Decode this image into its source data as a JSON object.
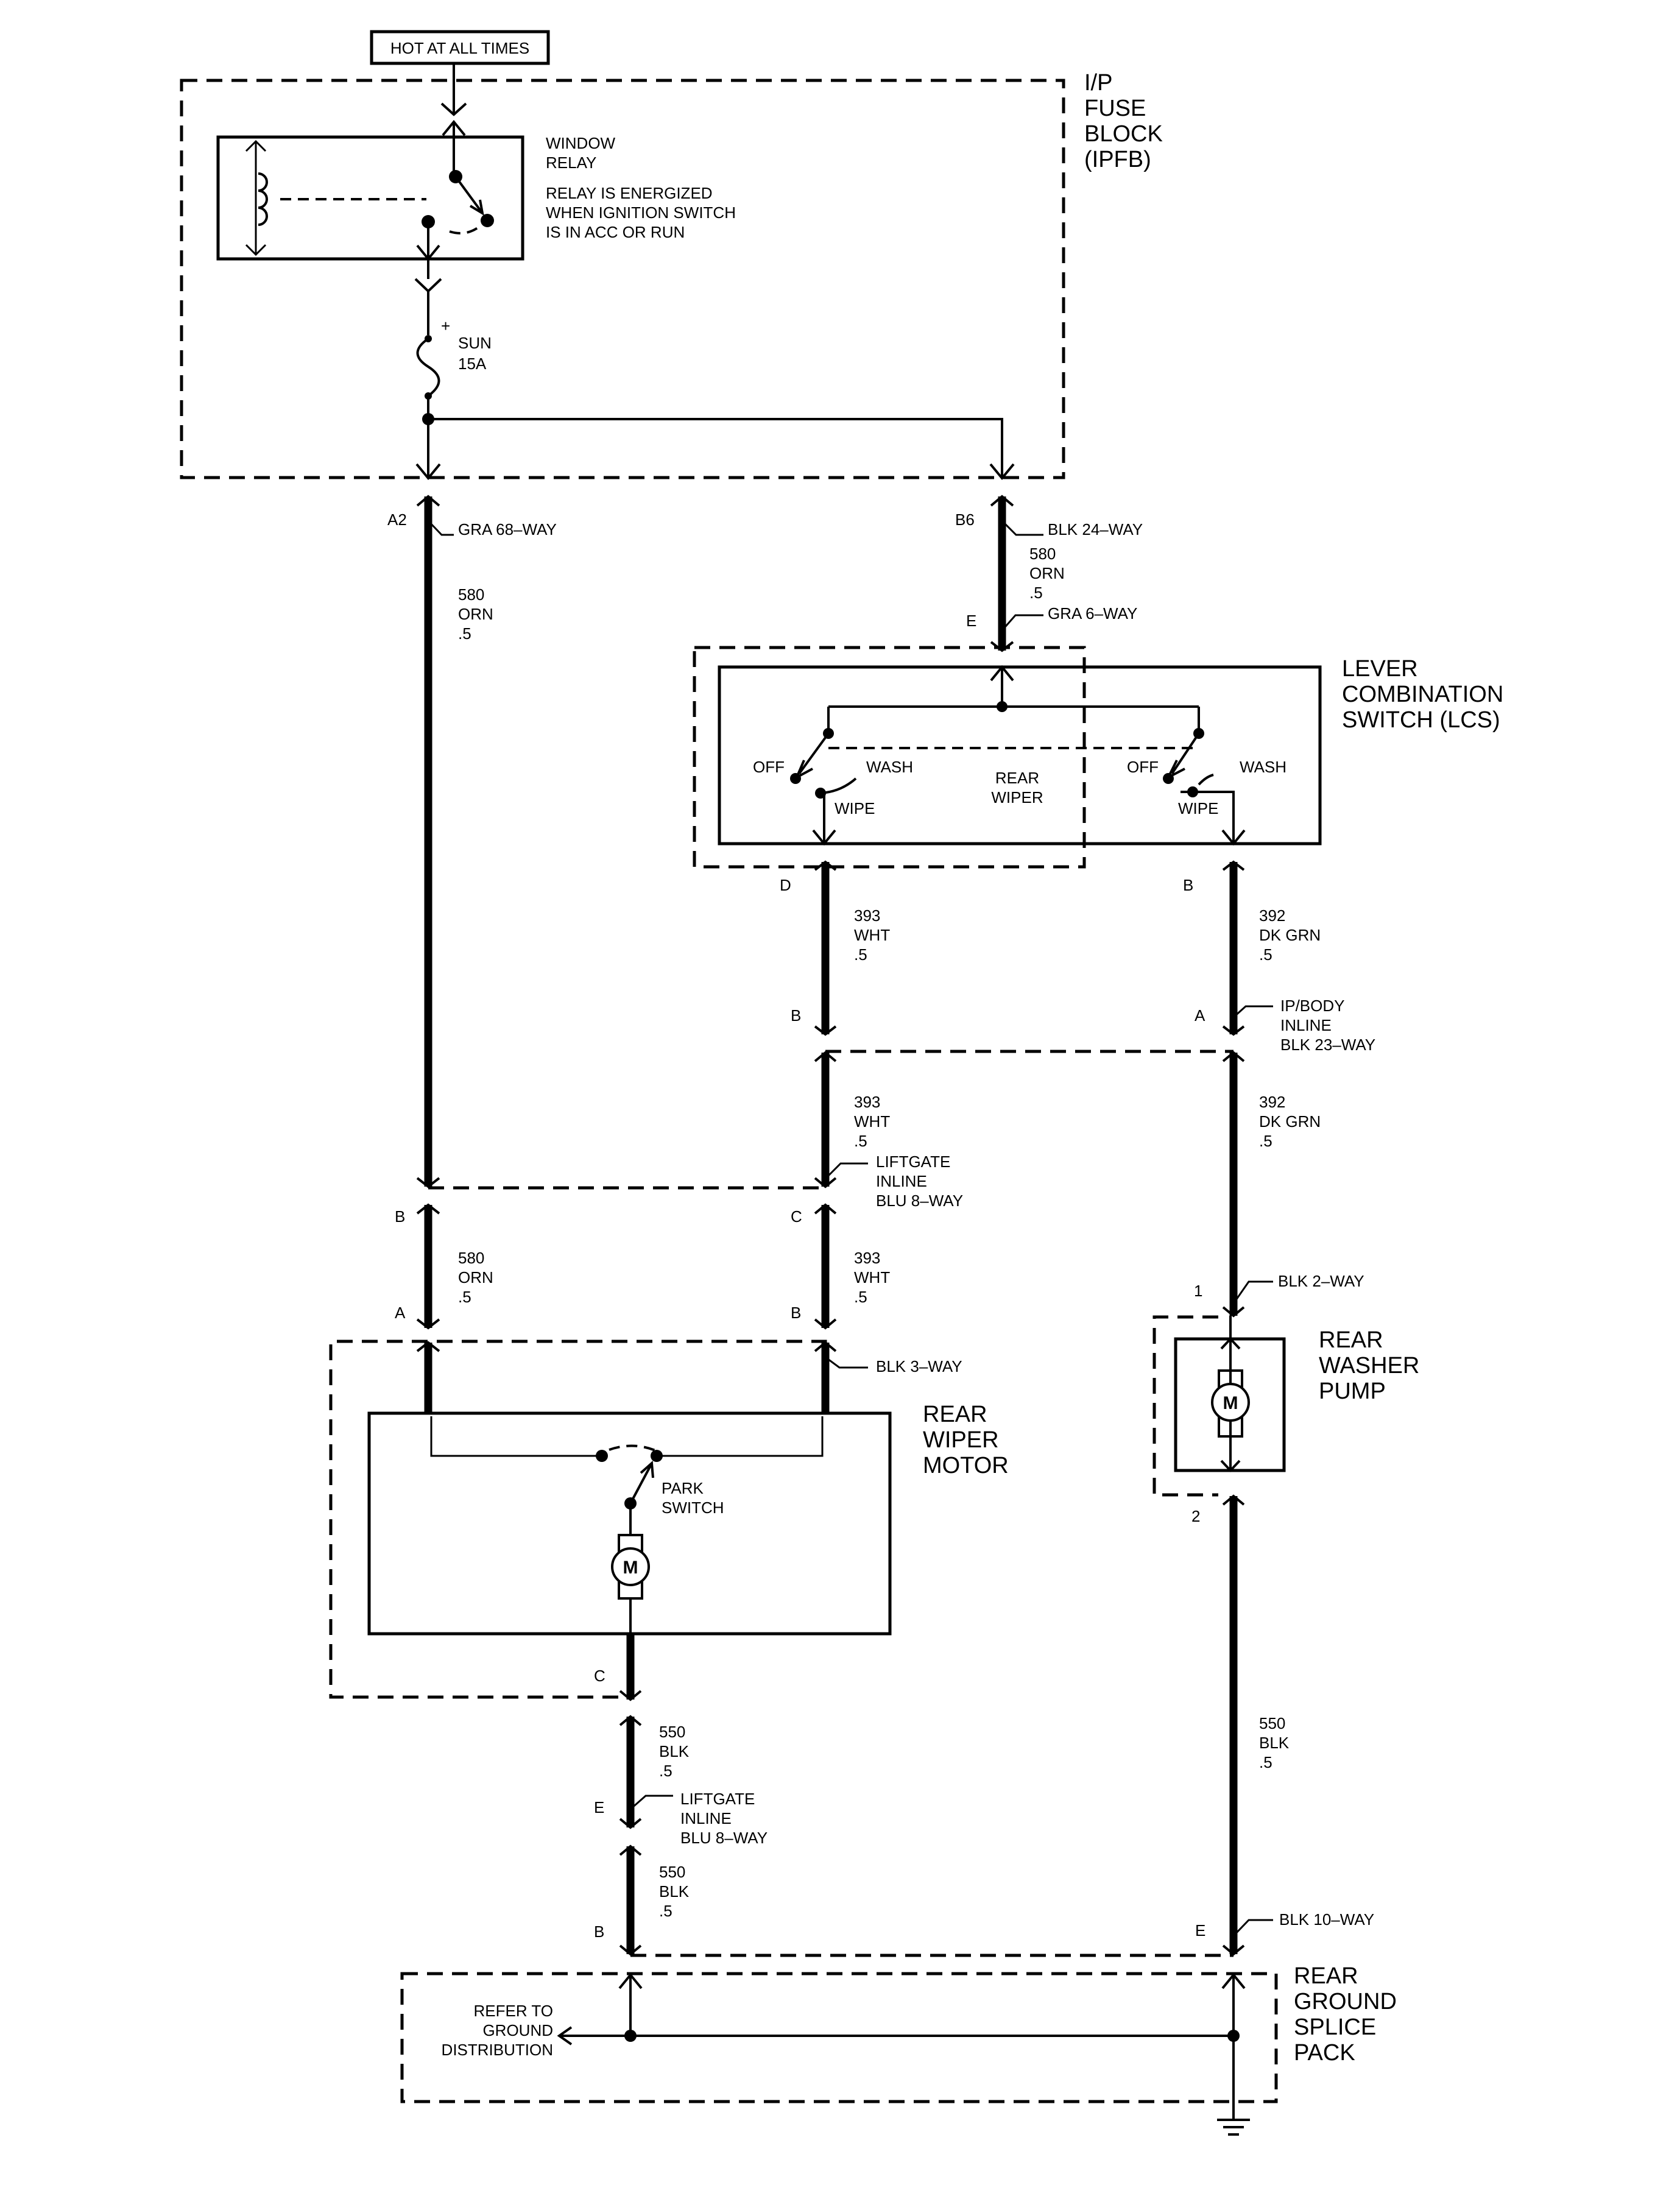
{
  "header": {
    "hot_at_all_times": "HOT AT ALL TIMES"
  },
  "components": {
    "ipfb": [
      "I/P",
      "FUSE",
      "BLOCK",
      "(IPFB)"
    ],
    "window_relay": {
      "name": [
        "WINDOW",
        "RELAY"
      ],
      "note": [
        "RELAY IS ENERGIZED",
        "WHEN IGNITION SWITCH",
        "IS IN ACC OR RUN"
      ]
    },
    "fuse": {
      "name": "SUN",
      "rating": "15A",
      "plus": "+"
    },
    "lcs": [
      "LEVER",
      "COMBINATION",
      "SWITCH (LCS)"
    ],
    "rear_wiper_label": [
      "REAR",
      "WIPER"
    ],
    "rear_wiper_motor": [
      "REAR",
      "WIPER",
      "MOTOR"
    ],
    "park_switch": [
      "PARK",
      "SWITCH"
    ],
    "rear_washer_pump": [
      "REAR",
      "WASHER",
      "PUMP"
    ],
    "ground_splice": [
      "REAR",
      "GROUND",
      "SPLICE",
      "PACK"
    ],
    "ground_ref": [
      "REFER TO",
      "GROUND",
      "DISTRIBUTION"
    ],
    "motor_symbol": "M"
  },
  "switch_labels": {
    "off": "OFF",
    "wash": "WASH",
    "wipe": "WIPE"
  },
  "connectors": {
    "gra68": "GRA 68–WAY",
    "blk24": "BLK 24–WAY",
    "gra6": "GRA 6–WAY",
    "ipbody": [
      "IP/BODY",
      "INLINE",
      "BLK 23–WAY"
    ],
    "liftgate1": [
      "LIFTGATE",
      "INLINE",
      "BLU 8–WAY"
    ],
    "blk3": "BLK 3–WAY",
    "blk2": "BLK 2–WAY",
    "liftgate2": [
      "LIFTGATE",
      "INLINE",
      "BLU 8–WAY"
    ],
    "blk10": "BLK 10–WAY"
  },
  "pins": {
    "a2": "A2",
    "b6": "B6",
    "e_lcs": "E",
    "d_lcs": "D",
    "b_lcs": "B",
    "b_ipb": "B",
    "a_ipb": "A",
    "b_lg": "B",
    "c_lg": "C",
    "a_mot": "A",
    "b_mot": "B",
    "one_pump": "1",
    "two_pump": "2",
    "c_mot": "C",
    "e_lg2": "E",
    "b_gnd": "B",
    "e_gnd": "E"
  },
  "wires": {
    "w580_top": [
      "580",
      "ORN",
      ".5"
    ],
    "w580_b6": [
      "580",
      "ORN",
      ".5"
    ],
    "w393_top": [
      "393",
      "WHT",
      ".5"
    ],
    "w392_top": [
      "392",
      "DK GRN",
      ".5"
    ],
    "w393_mid": [
      "393",
      "WHT",
      ".5"
    ],
    "w392_mid": [
      "392",
      "DK GRN",
      ".5"
    ],
    "w580_bot": [
      "580",
      "ORN",
      ".5"
    ],
    "w393_bot": [
      "393",
      "WHT",
      ".5"
    ],
    "w550_1": [
      "550",
      "BLK",
      ".5"
    ],
    "w550_2": [
      "550",
      "BLK",
      ".5"
    ],
    "w550_pump": [
      "550",
      "BLK",
      ".5"
    ]
  }
}
